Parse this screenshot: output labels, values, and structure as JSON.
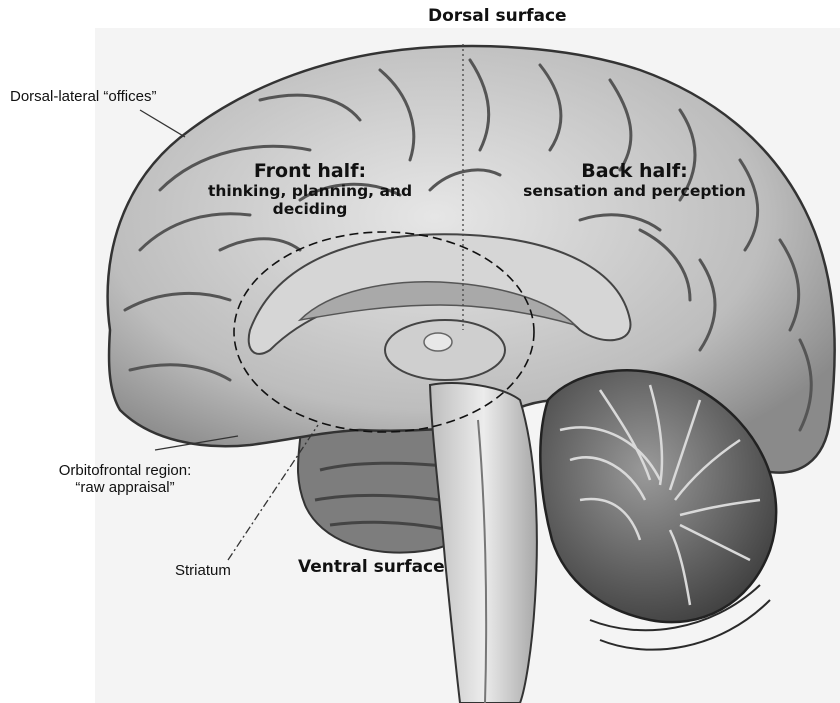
{
  "labels": {
    "dorsal_surface": "Dorsal surface",
    "dorsal_lateral": "Dorsal-lateral “offices”",
    "front_half_title": "Front half:",
    "front_half_desc_1": "thinking, planning, and",
    "front_half_desc_2": "deciding",
    "back_half_title": "Back half:",
    "back_half_desc": "sensation and perception",
    "orbitofrontal_1": "Orbitofrontal region:",
    "orbitofrontal_2": "“raw appraisal”",
    "striatum": "Striatum",
    "ventral_surface": "Ventral surface"
  }
}
